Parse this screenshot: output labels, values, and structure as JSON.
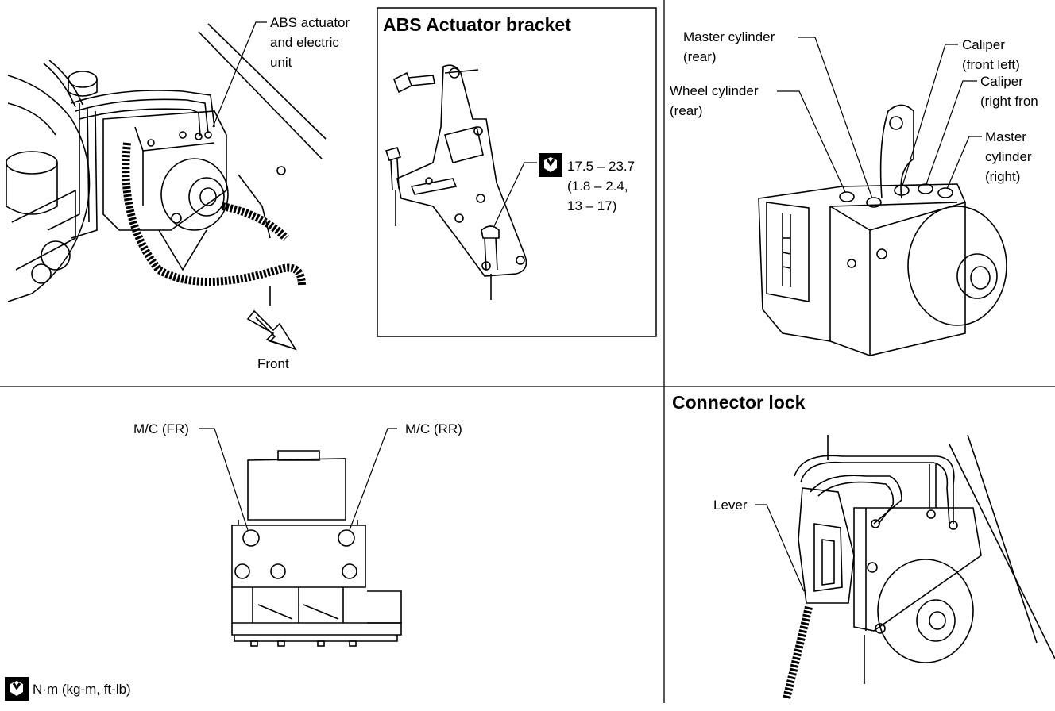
{
  "panel_tl": {
    "label_actuator": "ABS actuator\nand electric\nunit",
    "label_front": "Front"
  },
  "panel_tc": {
    "title": "ABS Actuator bracket",
    "torque": "17.5 – 23.7\n(1.8 – 2.4,\n13 – 17)"
  },
  "panel_tr": {
    "label_master_rear": "Master cylinder\n(rear)",
    "label_wheel_rear": "Wheel cylinder\n(rear)",
    "label_caliper_fl": "Caliper\n(front left)",
    "label_caliper_fr": "Caliper\n(right fron",
    "label_master_right": "Master\ncylinder\n(right)"
  },
  "panel_bl": {
    "label_mc_fr": "M/C (FR)",
    "label_mc_rr": "M/C (RR)"
  },
  "panel_br": {
    "title": "Connector lock",
    "label_lever": "Lever"
  },
  "legend": {
    "unit_text": "N·m (kg-m, ft-lb)",
    "icon": "torque-wrench-icon"
  }
}
